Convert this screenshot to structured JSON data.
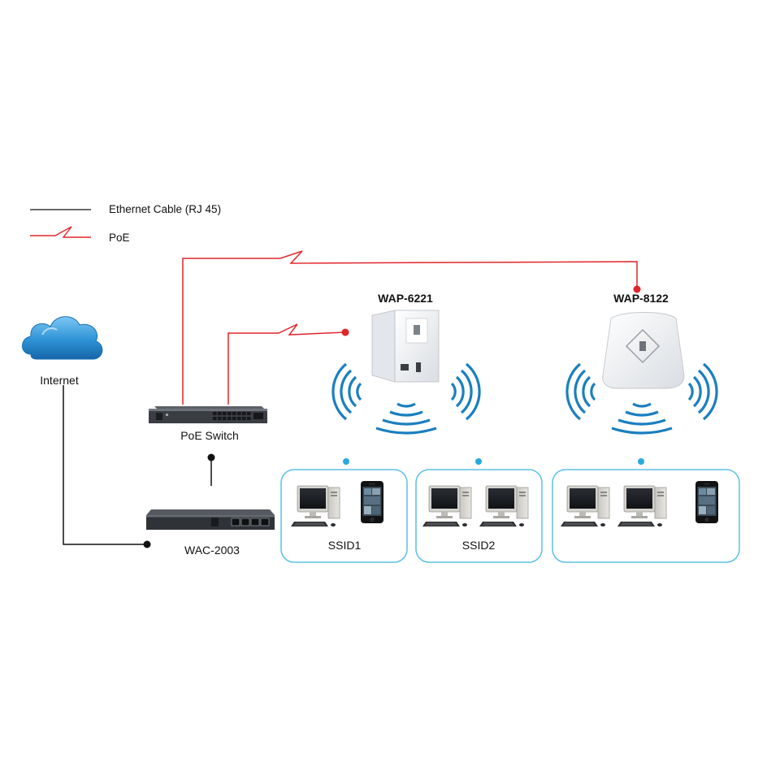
{
  "legend": {
    "ethernet_label": "Ethernet Cable (RJ 45)",
    "poe_label": "PoE"
  },
  "nodes": {
    "internet": "Internet",
    "poe_switch": "PoE Switch",
    "controller": "WAC-2003",
    "ap_wall": "WAP-6221",
    "ap_ceiling": "WAP-8122"
  },
  "groups": [
    {
      "label": "SSID1"
    },
    {
      "label": "SSID2"
    },
    {
      "label": ""
    }
  ],
  "colors": {
    "ethernet": "#111111",
    "poe": "#e0262b",
    "wifi_waves": "#1a7fc0",
    "group_border": "#5bc0e6",
    "group_dot": "#29a8e0",
    "cloud": "#2e93d6"
  }
}
